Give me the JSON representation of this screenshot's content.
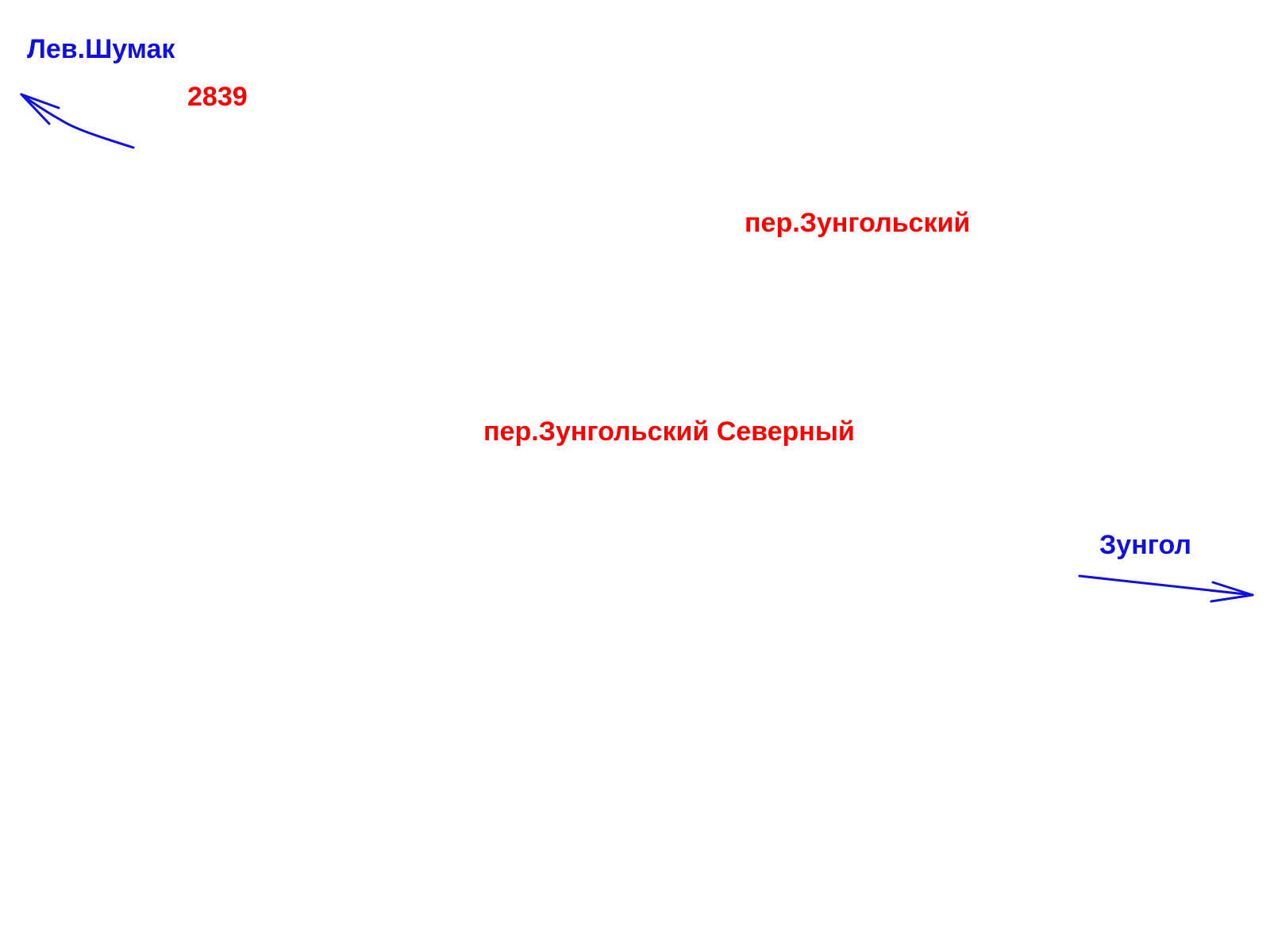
{
  "labels": {
    "lev_shumak": "Лев.Шумак",
    "height_mark": "2839",
    "pass_zungolsky": "пер.Зунгольский",
    "pass_zungolsky_north": "пер.Зунгольский Северный",
    "zungol": "Зунгол"
  },
  "arrows": {
    "lev_shumak": "arrow-up-left-icon",
    "zungol": "arrow-right-icon"
  },
  "colors": {
    "river": "#1010e0",
    "pass": "#ff0000",
    "background": "#ffffff"
  }
}
